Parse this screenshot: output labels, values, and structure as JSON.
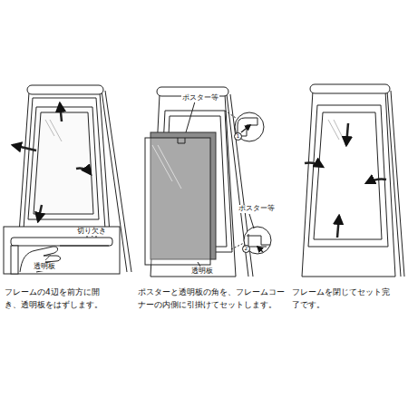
{
  "diagram": {
    "labels": [
      "切り欠き",
      "透明板",
      "ポスター等",
      "1",
      "ポスター等",
      "2",
      "透明板",
      "フレームの4辺を前方に開 き、透明板をはずします。",
      "ポスターと透明板の角を、フレームコー ナーの内側に引掛けてセットします。",
      "フレームを閉じてセット完 了です。"
    ]
  }
}
